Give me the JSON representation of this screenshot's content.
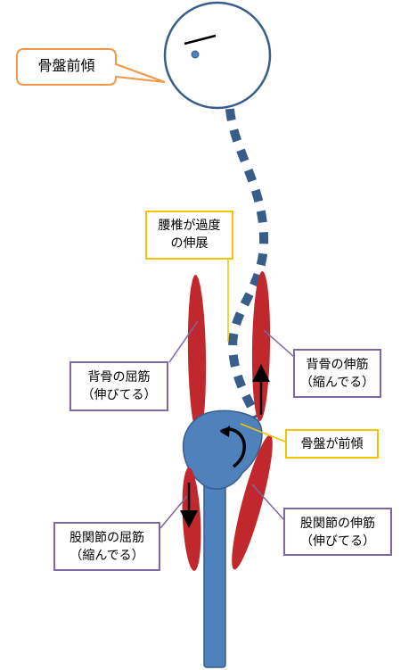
{
  "callout": {
    "text": "骨盤前傾",
    "border_color": "#f79646"
  },
  "labels": {
    "lumbar_hyperextension": [
      "腰椎が過度",
      "の伸展"
    ],
    "back_flexors": [
      "背骨の屈筋",
      "（伸びてる）"
    ],
    "back_extensors": [
      "背骨の伸筋",
      "（縮んでる）"
    ],
    "pelvis_tilt": [
      "骨盤が前傾"
    ],
    "hip_flexors": [
      "股関節の屈筋",
      "（縮んでる）"
    ],
    "hip_extensors": [
      "股関節の伸筋",
      "（伸びてる）"
    ]
  },
  "colors": {
    "muscle": "#c0282d",
    "bone": "#4f81bd",
    "bone_outline": "#385d8a",
    "spine_dots": "#385d8a",
    "label_border_purple": "#7f66a4",
    "label_border_yellow": "#f5c400"
  },
  "icons": {
    "head": "circle-head-icon",
    "pelvis": "pelvis-icon",
    "rotation": "curved-arrow-icon"
  }
}
